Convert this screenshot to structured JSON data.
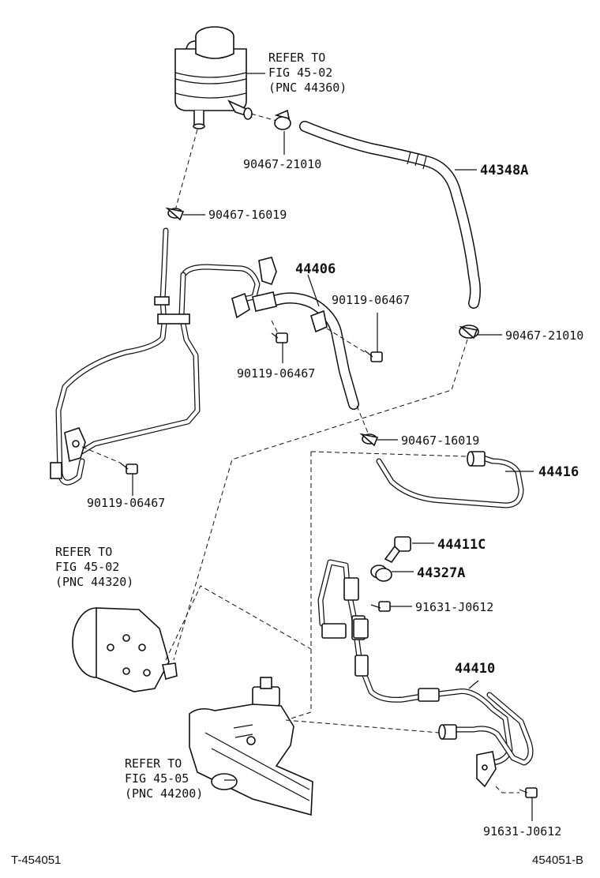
{
  "callouts": {
    "reservoir_ref": [
      "REFER TO",
      "FIG 45-02",
      "(PNC 44360)"
    ],
    "pump_ref": [
      "REFER TO",
      "FIG 45-02",
      "(PNC 44320)"
    ],
    "gear_ref": [
      "REFER TO",
      "FIG 45-05",
      "(PNC 44200)"
    ],
    "p90467_21010_top": "90467-21010",
    "p44348A": "44348A",
    "p90467_16019_top": "90467-16019",
    "p44406": "44406",
    "p90119_06467_right": "90119-06467",
    "p90467_21010_right": "90467-21010",
    "p90119_06467_mid": "90119-06467",
    "p90467_16019_mid": "90467-16019",
    "p44416": "44416",
    "p90119_06467_left": "90119-06467",
    "p44411C": "44411C",
    "p44327A": "44327A",
    "p91631_J0612_upper": "91631-J0612",
    "p44410": "44410",
    "p91631_J0612_lower": "91631-J0612"
  },
  "footer": {
    "left": "T-454051",
    "right": "454051-B"
  }
}
